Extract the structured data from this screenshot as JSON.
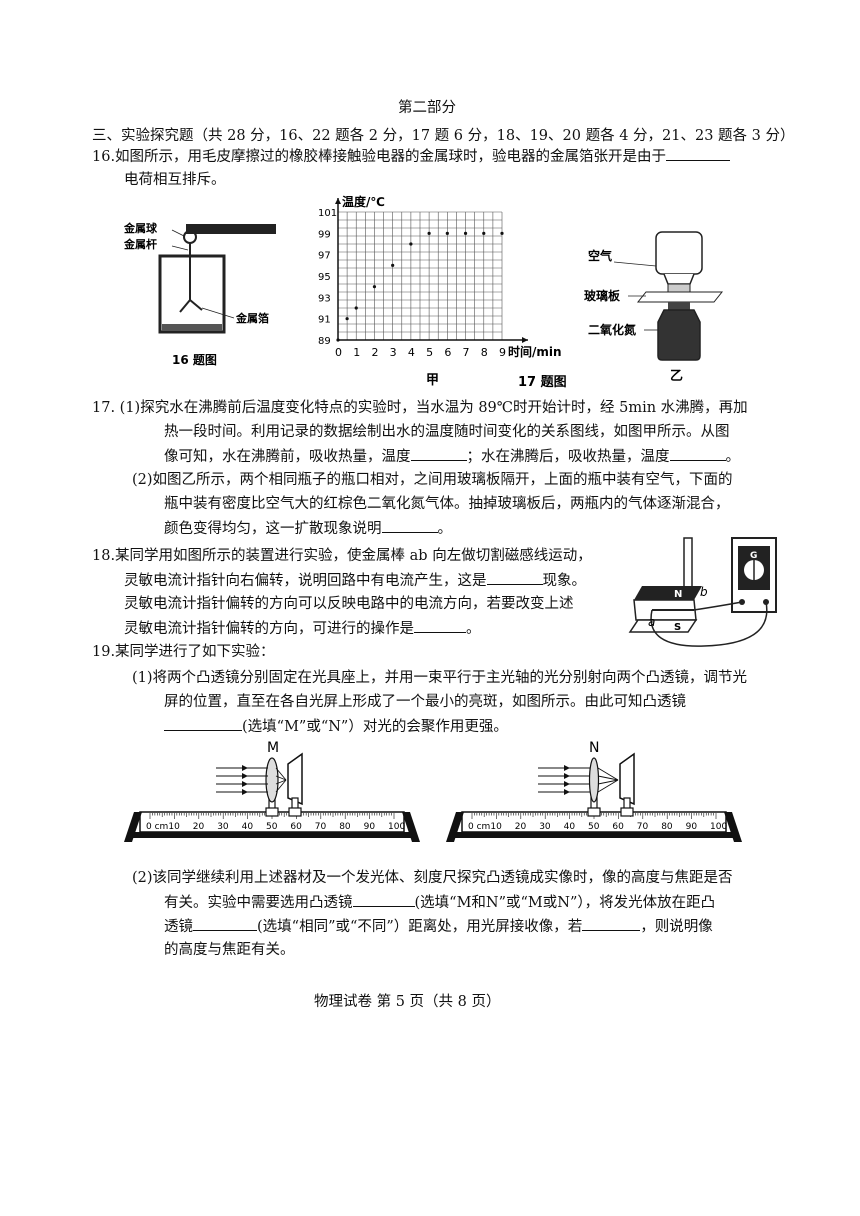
{
  "header": {
    "part_title": "第二部分"
  },
  "section": {
    "title": "三、实验探究题（共 28 分，16、22 题各 2 分，17 题 6 分，18、19、20 题各 4 分，21、23 题各 3 分）"
  },
  "q16": {
    "line1": "16.如图所示，用毛皮摩擦过的橡胶棒接触验电器的金属球时，验电器的金属箔张开是由于",
    "line2": "电荷相互排斥。",
    "fig": {
      "label_ball": "金属球",
      "label_rod": "金属杆",
      "label_foil": "金属箔",
      "caption": "16 题图"
    }
  },
  "q17_fig": {
    "ylabel": "温度/℃",
    "xlabel": "时间/min",
    "caption_jia": "甲",
    "caption": "17 题图",
    "label_air": "空气",
    "label_glass": "玻璃板",
    "label_no2": "二氧化氮",
    "caption_yi": "乙"
  },
  "chart_data": {
    "type": "scatter",
    "title": "",
    "xlabel": "时间/min",
    "ylabel": "温度/℃",
    "x_ticks": [
      "0",
      "1",
      "2",
      "3",
      "4",
      "5",
      "6",
      "7",
      "8",
      "9"
    ],
    "y_ticks": [
      "89",
      "91",
      "93",
      "95",
      "97",
      "99",
      "101"
    ],
    "xlim": [
      0,
      9
    ],
    "ylim": [
      89,
      101
    ],
    "grid": true,
    "series": [
      {
        "x": [
          0,
          0.5,
          1,
          2,
          3,
          4,
          5,
          6,
          7,
          8,
          9
        ],
        "y": [
          89,
          91,
          92,
          94,
          96,
          98,
          99,
          99,
          99,
          99,
          99
        ]
      }
    ]
  },
  "q17": {
    "p1_l1": "17. (1)探究水在沸腾前后温度变化特点的实验时，当水温为 89℃时开始计时，经 5min 水沸腾，再加",
    "p1_l2": "热一段时间。利用记录的数据绘制出水的温度随时间变化的关系图线，如图甲所示。从图",
    "p1_l3a": "像可知，水在沸腾前，吸收热量，温度",
    "p1_l3b": "；水在沸腾后，吸收热量，温度",
    "p1_l3c": "。",
    "p2_l1": "(2)如图乙所示，两个相同瓶子的瓶口相对，之间用玻璃板隔开，上面的瓶中装有空气，下面的",
    "p2_l2": "瓶中装有密度比空气大的红棕色二氧化氮气体。抽掉玻璃板后，两瓶内的气体逐渐混合，",
    "p2_l3a": "颜色变得均匀，这一扩散现象说明",
    "p2_l3b": "。"
  },
  "q18": {
    "l1": "18.某同学用如图所示的装置进行实验，使金属棒 ab 向左做切割磁感线运动，",
    "l2a": "灵敏电流计指针向右偏转，说明回路中有电流产生，这是",
    "l2b": "现象。",
    "l3": "灵敏电流计指针偏转的方向可以反映电路中的电流方向，若要改变上述",
    "l4a": "灵敏电流计指针偏转的方向，可进行的操作是",
    "l4b": "。",
    "fig": {
      "label_n": "N",
      "label_s": "S",
      "label_a": "a",
      "label_b": "b",
      "label_g": "G"
    }
  },
  "q19": {
    "intro": "19.某同学进行了如下实验：",
    "p1_l1": "(1)将两个凸透镜分别固定在光具座上，并用一束平行于主光轴的光分别射向两个凸透镜，调节光",
    "p1_l2": "屏的位置，直至在各自光屏上形成了一个最小的亮斑，如图所示。由此可知凸透镜",
    "p1_l3": "(选填“M”或“N”）对光的会聚作用更强。",
    "fig": {
      "lens_m": "M",
      "lens_n": "N",
      "ruler_ticks": [
        "0 cm",
        "10",
        "20",
        "30",
        "40",
        "50",
        "60",
        "70",
        "80",
        "90",
        "100"
      ]
    },
    "p2_l1": "(2)该同学继续利用上述器材及一个发光体、刻度尺探究凸透镜成实像时，像的高度与焦距是否",
    "p2_l2a": "有关。实验中需要选用凸透镜",
    "p2_l2b": "(选填“M和N”或“M或N”），将发光体放在距凸",
    "p2_l3a": "透镜",
    "p2_l3b": "(选填“相同”或“不同”）距离处，用光屏接收像，若",
    "p2_l3c": "，则说明像",
    "p2_l4": "的高度与焦距有关。"
  },
  "footer": {
    "text": "物理试卷 第 5 页（共 8 页）"
  }
}
